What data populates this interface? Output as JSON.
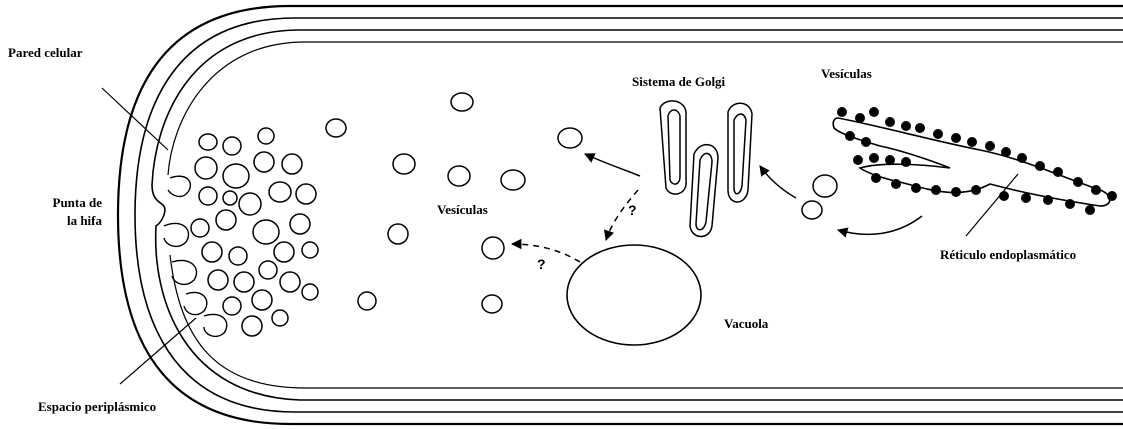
{
  "labels": {
    "cell_wall": "Pared celular",
    "hyphal_tip_line1": "Punta de",
    "hyphal_tip_line2": "la hifa",
    "periplasmic_space": "Espacio periplásmico",
    "vesicles_center": "Vesículas",
    "golgi": "Sistema de Golgi",
    "vesicles_top": "Vesículas",
    "er": "Réticulo endoplasmático",
    "vacuole": "Vacuola",
    "question_1": "?",
    "question_2": "?"
  },
  "colors": {
    "line": "#000000",
    "background": "#ffffff"
  }
}
